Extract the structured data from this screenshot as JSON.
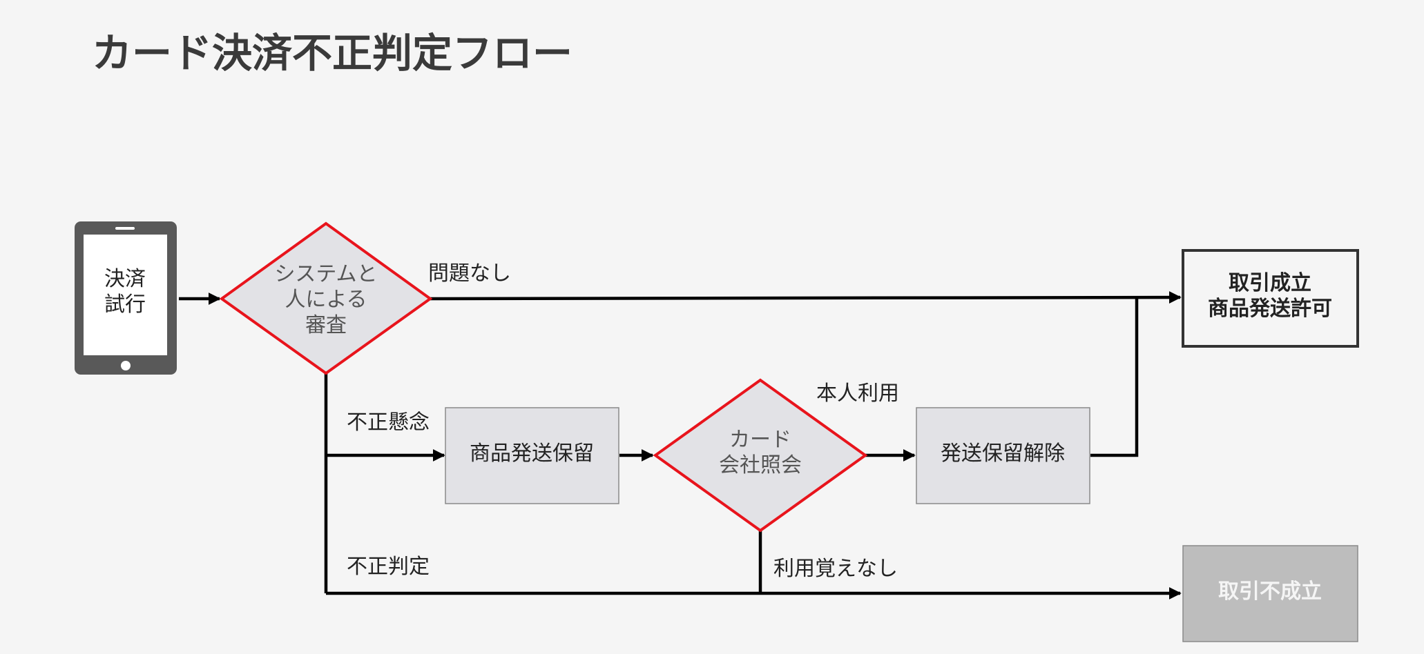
{
  "title": "カード決済不正判定フロー",
  "device": {
    "label_line1": "決済",
    "label_line2": "試行",
    "icon": "tablet-icon"
  },
  "decision_system_review": {
    "line1": "システムと",
    "line2": "人による",
    "line3": "審査"
  },
  "decision_card_inquiry": {
    "line1": "カード",
    "line2": "会社照会"
  },
  "boxes": {
    "hold_shipping": "商品発送保留",
    "release_hold": "発送保留解除",
    "success_line1": "取引成立",
    "success_line2": "商品発送許可",
    "failure": "取引不成立"
  },
  "edge_labels": {
    "no_problem": "問題なし",
    "fraud_suspicion": "不正懸念",
    "fraud_determined": "不正判定",
    "genuine_use": "本人利用",
    "unrecognized_use": "利用覚えなし"
  },
  "colors": {
    "background": "#f5f5f5",
    "decision_border": "#e8141c",
    "decision_fill": "#e2e2e6",
    "process_fill": "#e2e2e6",
    "failure_fill": "#bdbdbd",
    "device": "#595959"
  }
}
